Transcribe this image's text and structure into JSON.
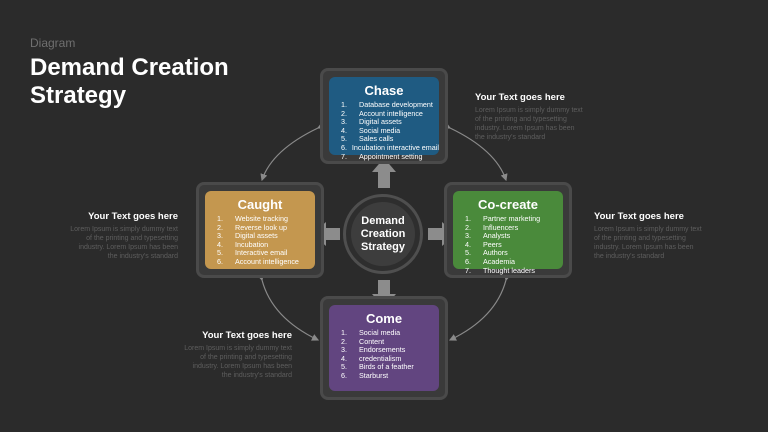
{
  "header": {
    "kicker": "Diagram",
    "title_line1": "Demand Creation",
    "title_line2": "Strategy"
  },
  "hub": {
    "line1": "Demand",
    "line2": "Creation",
    "line3": "Strategy"
  },
  "colors": {
    "chase": "#1f5b82",
    "caught": "#c4974f",
    "cocreate": "#4a8a3b",
    "come": "#624580",
    "background": "#2b2b2b"
  },
  "cards": {
    "chase": {
      "title": "Chase",
      "items": [
        {
          "n": "1.",
          "t": "Database development"
        },
        {
          "n": "2.",
          "t": "Account intelligence"
        },
        {
          "n": "3.",
          "t": "Digital assets"
        },
        {
          "n": "4.",
          "t": "Social media"
        },
        {
          "n": "5.",
          "t": "Sales calls"
        },
        {
          "n": "6.",
          "t": "Incubation interactive email"
        },
        {
          "n": "7.",
          "t": "Appointment setting"
        }
      ]
    },
    "caught": {
      "title": "Caught",
      "items": [
        {
          "n": "1.",
          "t": "Website tracking"
        },
        {
          "n": "2.",
          "t": "Reverse look up"
        },
        {
          "n": "3.",
          "t": "Digital assets"
        },
        {
          "n": "4.",
          "t": "Incubation"
        },
        {
          "n": "5.",
          "t": "Interactive email"
        },
        {
          "n": "6.",
          "t": "Account intelligence"
        }
      ]
    },
    "cocreate": {
      "title": "Co-create",
      "items": [
        {
          "n": "1.",
          "t": "Partner marketing"
        },
        {
          "n": "2.",
          "t": "Influencers"
        },
        {
          "n": "3.",
          "t": "Analysts"
        },
        {
          "n": "4.",
          "t": "Peers"
        },
        {
          "n": "5.",
          "t": "Authors"
        },
        {
          "n": "6.",
          "t": "Academia"
        },
        {
          "n": "7.",
          "t": "Thought leaders"
        }
      ]
    },
    "come": {
      "title": "Come",
      "items": [
        {
          "n": "1.",
          "t": "Social media"
        },
        {
          "n": "2.",
          "t": "Content"
        },
        {
          "n": "3.",
          "t": "Endorsements"
        },
        {
          "n": "4.",
          "t": "credentialism"
        },
        {
          "n": "5.",
          "t": "Birds of a feather"
        },
        {
          "n": "6.",
          "t": "Starburst"
        }
      ]
    }
  },
  "notes": {
    "top_right": {
      "heading": "Your Text goes here",
      "l1": "Lorem Ipsum is simply dummy text",
      "l2": "of the printing and typesetting",
      "l3": "industry. Lorem Ipsum has been",
      "l4": "the industry's standard"
    },
    "right": {
      "heading": "Your Text goes here",
      "l1": "Lorem Ipsum is simply dummy text",
      "l2": "of the printing and typesetting",
      "l3": "industry. Lorem Ipsum has been",
      "l4": "the industry's standard"
    },
    "left": {
      "heading": "Your  Text goes here",
      "l1": "Lorem Ipsum is simply dummy text",
      "l2": "of the printing and typesetting",
      "l3": "industry. Lorem Ipsum has been",
      "l4": "the industry's standard"
    },
    "bottom_left": {
      "heading": "Your Text goes here",
      "l1": "Lorem Ipsum is simply dummy text",
      "l2": "of the printing and typesetting",
      "l3": "industry. Lorem Ipsum has been",
      "l4": "the industry's standard"
    }
  }
}
